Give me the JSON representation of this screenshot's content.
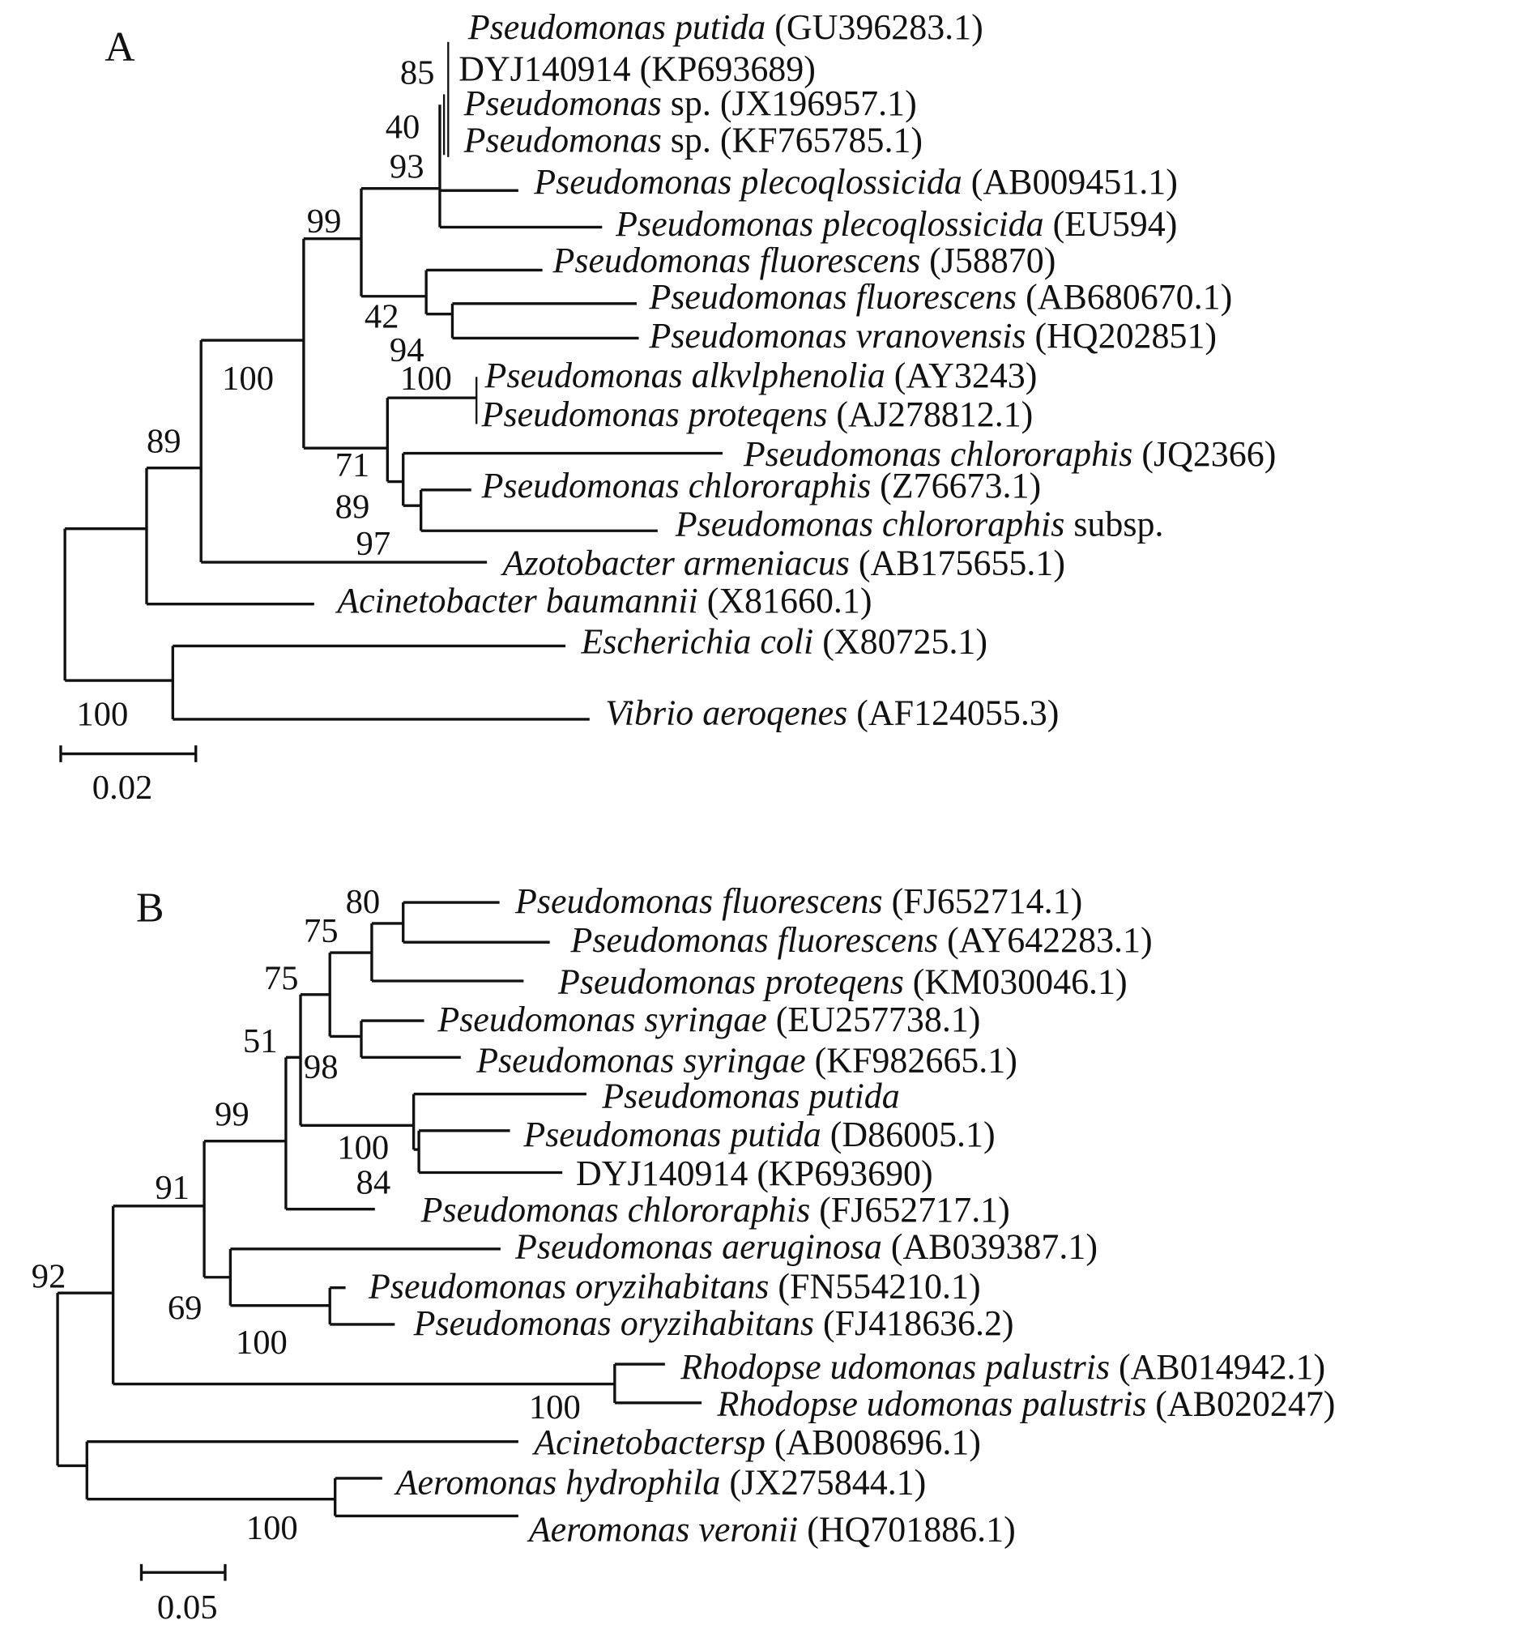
{
  "tree_a": {
    "panel_label": "A",
    "scale_label": "0.02",
    "leaves": [
      {
        "italic": "Pseudomonas putida",
        "plain": " (GU396283.1)"
      },
      {
        "italic": "",
        "plain": "DYJ140914 (KP693689)"
      },
      {
        "italic": "Pseudomonas",
        "plain": " sp. (JX196957.1)"
      },
      {
        "italic": "Pseudomonas",
        "plain": " sp. (KF765785.1)"
      },
      {
        "italic": "Pseudomonas plecoqlossicida",
        "plain": " (AB009451.1)"
      },
      {
        "italic": "Pseudomonas plecoqlossicida",
        "plain": " (EU594)"
      },
      {
        "italic": "Pseudomonas fluorescens",
        "plain": " (J58870)"
      },
      {
        "italic": "Pseudomonas fluorescens",
        "plain": " (AB680670.1)"
      },
      {
        "italic": "Pseudomonas vranovensis",
        "plain": " (HQ202851)"
      },
      {
        "italic": "Pseudomonas alkvlphenolia",
        "plain": " (AY3243)"
      },
      {
        "italic": "Pseudomonas proteqens",
        "plain": " (AJ278812.1)"
      },
      {
        "italic": "Pseudomonas chlororaphis",
        "plain": " (JQ2366)"
      },
      {
        "italic": "Pseudomonas chlororaphis",
        "plain": " (Z76673.1)"
      },
      {
        "italic": "Pseudomonas chlororaphis",
        "plain": " subsp."
      },
      {
        "italic": "Azotobacter armeniacus",
        "plain": " (AB175655.1)"
      },
      {
        "italic": "Acinetobacter baumannii",
        "plain": " (X81660.1)"
      },
      {
        "italic": "Escherichia coli",
        "plain": " (X80725.1)"
      },
      {
        "italic": "Vibrio aeroqenes",
        "plain": " (AF124055.3)"
      }
    ],
    "bootstrap": [
      "85",
      "40",
      "93",
      "99",
      "42",
      "94",
      "100",
      "100",
      "89",
      "71",
      "89",
      "97",
      "100"
    ]
  },
  "tree_b": {
    "panel_label": "B",
    "scale_label": "0.05",
    "leaves": [
      {
        "italic": "Pseudomonas fluorescens",
        "plain": " (FJ652714.1)"
      },
      {
        "italic": "Pseudomonas fluorescens",
        "plain": " (AY642283.1)"
      },
      {
        "italic": "Pseudomonas  proteqens",
        "plain": " (KM030046.1)"
      },
      {
        "italic": "Pseudomonas syringae",
        "plain": " (EU257738.1)"
      },
      {
        "italic": "Pseudomonas syringae",
        "plain": " (KF982665.1)"
      },
      {
        "italic": "Pseudomonas putida",
        "plain": ""
      },
      {
        "italic": "Pseudomonas putida",
        "plain": " (D86005.1)"
      },
      {
        "italic": "",
        "plain": "DYJ140914 (KP693690)"
      },
      {
        "italic": "Pseudomonas chlororaphis",
        "plain": " (FJ652717.1)"
      },
      {
        "italic": "Pseudomonas aeruginosa",
        "plain": " (AB039387.1)"
      },
      {
        "italic": "Pseudomonas oryzihabitans",
        "plain": " (FN554210.1)"
      },
      {
        "italic": "Pseudomonas oryzihabitans",
        "plain": " (FJ418636.2)"
      },
      {
        "italic": "Rhodopse udomonas palustris",
        "plain": " (AB014942.1)"
      },
      {
        "italic": "Rhodopse udomonas palustris",
        "plain": " (AB020247)"
      },
      {
        "italic": "Acinetobactersp",
        "plain": " (AB008696.1)"
      },
      {
        "italic": "Aeromonas hydrophila",
        "plain": " (JX275844.1)"
      },
      {
        "italic": "Aeromonas veronii",
        "plain": " (HQ701886.1)"
      }
    ],
    "bootstrap": [
      "80",
      "75",
      "75",
      "51",
      "98",
      "99",
      "100",
      "84",
      "91",
      "92",
      "69",
      "100",
      "100",
      "100"
    ]
  }
}
